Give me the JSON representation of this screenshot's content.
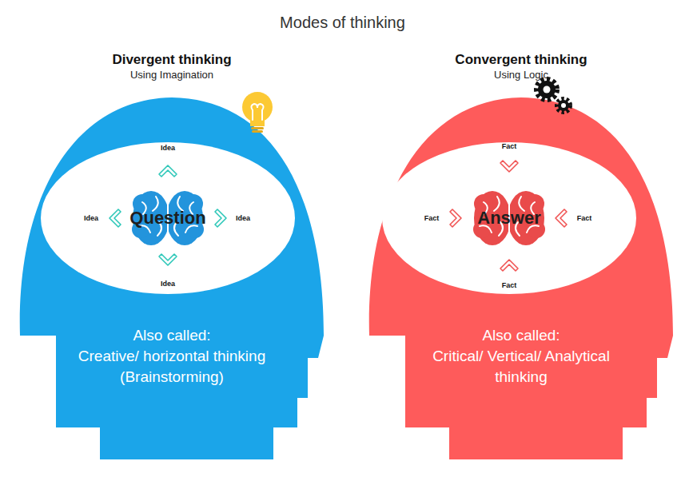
{
  "diagram": {
    "title": "Modes of thinking",
    "nodes": [
      {
        "text": [
          "Divergent thinking",
          "Using Imagination",
          "Also called:",
          "Creative/ horizontal thinking (Brainstorming)"
        ]
      },
      {
        "text": [
          "Question"
        ],
        "in": 0
      },
      {
        "text": [
          "Convergent thinking",
          "Using Logic",
          "Also called:",
          "Critical/ Vertical/ Analytical thinking"
        ]
      },
      {
        "text": [
          "Answer"
        ],
        "in": 2
      }
    ],
    "labels": [
      "Idea",
      "Idea",
      "Idea",
      "Idea",
      "Fact",
      "Fact",
      "Fact",
      "Fact"
    ]
  }
}
